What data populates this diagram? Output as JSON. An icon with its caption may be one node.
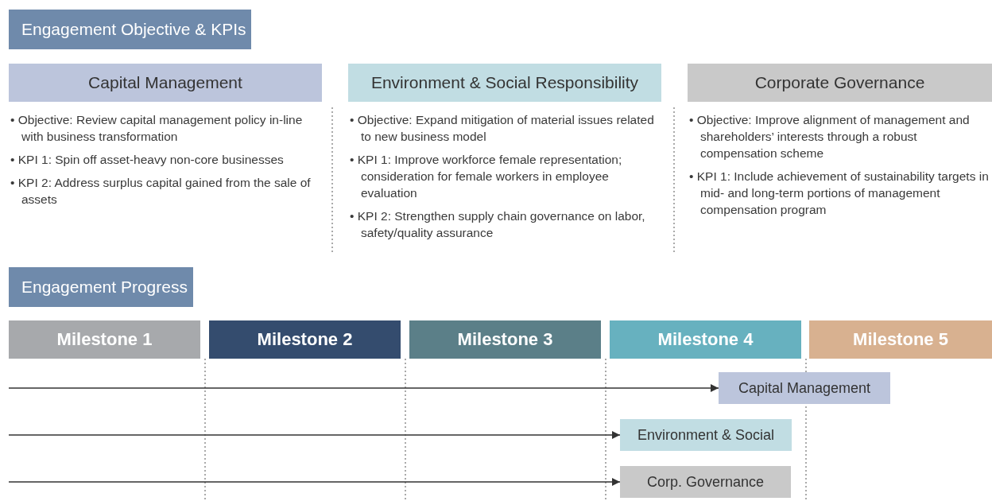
{
  "diagram": {
    "nodes": [
      {
        "text": [
          "Engagement Objective & KPIs"
        ]
      },
      {
        "text": [
          "Capital Management"
        ]
      },
      {
        "text": [
          "Environment & Social Responsibility"
        ]
      },
      {
        "text": [
          "Corporate Governance"
        ]
      },
      {
        "text": [
          "Engagement Progress"
        ]
      },
      {
        "text": [
          "Milestone 1"
        ]
      },
      {
        "text": [
          "Milestone 2"
        ]
      },
      {
        "text": [
          "Milestone 3"
        ]
      },
      {
        "text": [
          "Milestone 4"
        ]
      },
      {
        "text": [
          "Milestone 5"
        ]
      },
      {
        "text": [
          "Capital Management"
        ]
      },
      {
        "text": [
          "Environment & Social"
        ]
      },
      {
        "text": [
          "Corp. Governance"
        ]
      }
    ],
    "edges": [
      {
        "from": null,
        "to": 10,
        "arrow": "to"
      },
      {
        "from": null,
        "to": 11,
        "arrow": "to"
      },
      {
        "from": null,
        "to": 12,
        "arrow": "to"
      }
    ],
    "labels": [
      "• Objective: Review capital management policy in-line with business transformation",
      "• KPI 1: Spin off asset-heavy non-core businesses",
      "• KPI 2: Address surplus capital gained from the sale of assets",
      "• Objective: Expand mitigation of material issues related to new business model",
      "• KPI 1: Improve workforce female representation; consideration for female workers in employee evaluation",
      "• KPI 2: Strengthen supply chain governance on labor, safety/quality assurance",
      "• Objective: Improve alignment of management and shareholders’ interests through a robust compensation scheme",
      "• KPI 1: Include achievement of sustainability targets in mid- and long-term portions of management compensation program"
    ]
  }
}
